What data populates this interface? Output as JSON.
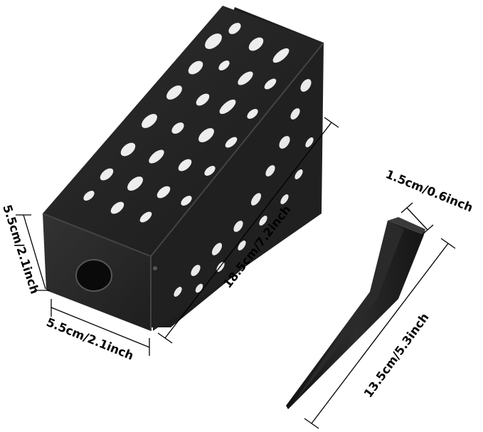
{
  "dimensions": {
    "box_height": "5.5cm/2.1inch",
    "box_width": "5.5cm/2.1inch",
    "box_length": "18.5cm/7.2inch",
    "stake_width": "1.5cm/0.6inch",
    "stake_length": "13.5cm/5.3inch"
  },
  "colors": {
    "product": "#1c1c1c",
    "product_edge": "#3a3a3a",
    "background": "#ffffff",
    "dimension_line": "#000000"
  }
}
